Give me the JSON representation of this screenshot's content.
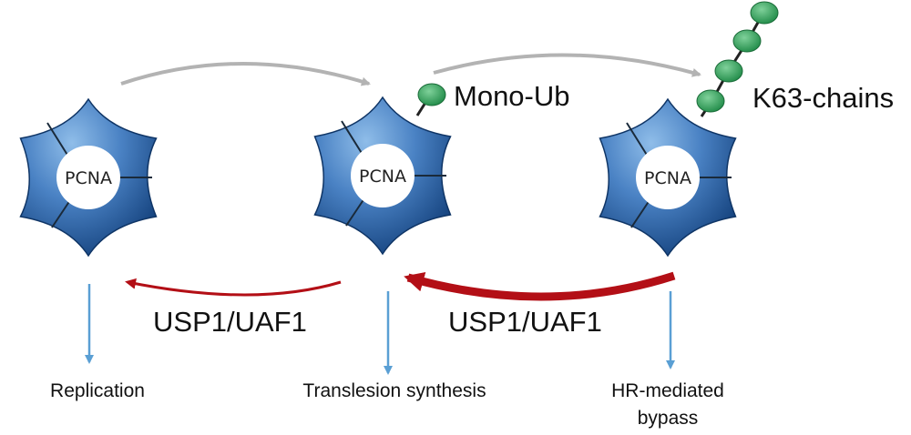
{
  "pcna_rings": [
    {
      "label": "PCNA",
      "state": "unmodified"
    },
    {
      "label": "PCNA",
      "state": "mono-ubiquitinated"
    },
    {
      "label": "PCNA",
      "state": "K63-polyubiquitinated"
    }
  ],
  "modifications": {
    "mono": "Mono-Ub",
    "chains": "K63-chains"
  },
  "deubiquitinase": {
    "left": "USP1/UAF1",
    "right": "USP1/UAF1"
  },
  "outcomes": {
    "replication": "Replication",
    "tls": "Translesion synthesis",
    "hr_line1": "HR-mediated",
    "hr_line2": "bypass"
  },
  "colors": {
    "pcna_dark": "#1c4f91",
    "pcna_light": "#6fa3dc",
    "ubiquitin": "#2e9a57",
    "forward_arrow": "#b3b3b3",
    "reverse_arrow": "#b30f16",
    "outcome_arrow": "#5a9fd4"
  }
}
